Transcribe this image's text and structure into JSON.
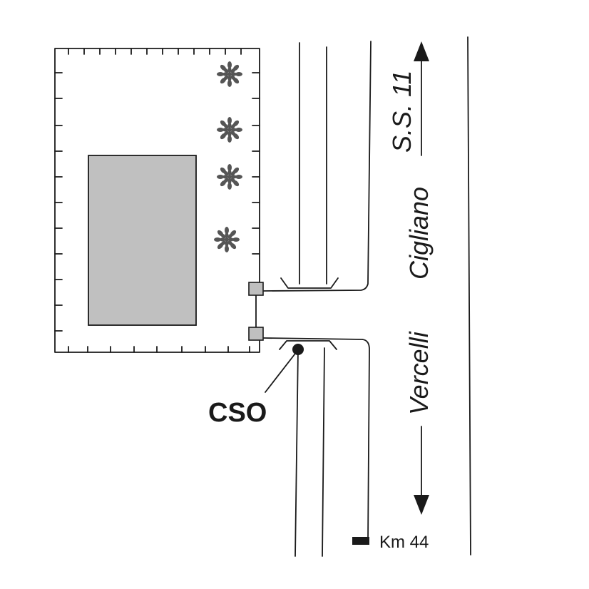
{
  "labels": {
    "road_name": "S.S. 11",
    "direction_north": "Cigliano",
    "direction_south": "Vercelli",
    "station": "CSO",
    "kilometre": "Km 44"
  },
  "colors": {
    "line": "#1a1a1a",
    "building_fill": "#c0c0c0",
    "gate_fill": "#bfbfbf",
    "tree_fill": "#555555"
  },
  "icons": {
    "tree": "tree-icon",
    "arrow": "arrow-icon",
    "station_marker": "dot-icon",
    "km_marker": "milestone-icon"
  }
}
